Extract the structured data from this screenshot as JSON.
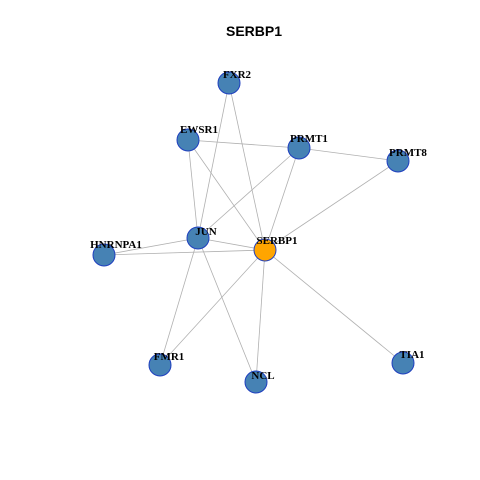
{
  "title": "SERBP1",
  "colors": {
    "node_fill": "#4682b4",
    "node_stroke": "#1f3fbf",
    "hub_fill": "#ffa500",
    "hub_stroke": "#1f3fbf",
    "edge": "#b0b0b0"
  },
  "nodes": [
    {
      "id": "FXR2",
      "label": "FXR2",
      "hub": false
    },
    {
      "id": "EWSR1",
      "label": "EWSR1",
      "hub": false
    },
    {
      "id": "PRMT1",
      "label": "PRMT1",
      "hub": false
    },
    {
      "id": "PRMT8",
      "label": "PRMT8",
      "hub": false
    },
    {
      "id": "JUN",
      "label": "JUN",
      "hub": false
    },
    {
      "id": "SERBP1",
      "label": "SERBP1",
      "hub": true
    },
    {
      "id": "HNRNPA1",
      "label": "HNRNPA1",
      "hub": false
    },
    {
      "id": "FMR1",
      "label": "FMR1",
      "hub": false
    },
    {
      "id": "NCL",
      "label": "NCL",
      "hub": false
    },
    {
      "id": "TIA1",
      "label": "TIA1",
      "hub": false
    }
  ],
  "edges": [
    [
      "SERBP1",
      "FXR2"
    ],
    [
      "SERBP1",
      "EWSR1"
    ],
    [
      "SERBP1",
      "PRMT1"
    ],
    [
      "SERBP1",
      "PRMT8"
    ],
    [
      "SERBP1",
      "JUN"
    ],
    [
      "SERBP1",
      "HNRNPA1"
    ],
    [
      "SERBP1",
      "FMR1"
    ],
    [
      "SERBP1",
      "NCL"
    ],
    [
      "SERBP1",
      "TIA1"
    ],
    [
      "JUN",
      "FXR2"
    ],
    [
      "JUN",
      "EWSR1"
    ],
    [
      "JUN",
      "PRMT1"
    ],
    [
      "JUN",
      "HNRNPA1"
    ],
    [
      "JUN",
      "FMR1"
    ],
    [
      "JUN",
      "NCL"
    ],
    [
      "EWSR1",
      "PRMT1"
    ],
    [
      "PRMT1",
      "PRMT8"
    ]
  ]
}
